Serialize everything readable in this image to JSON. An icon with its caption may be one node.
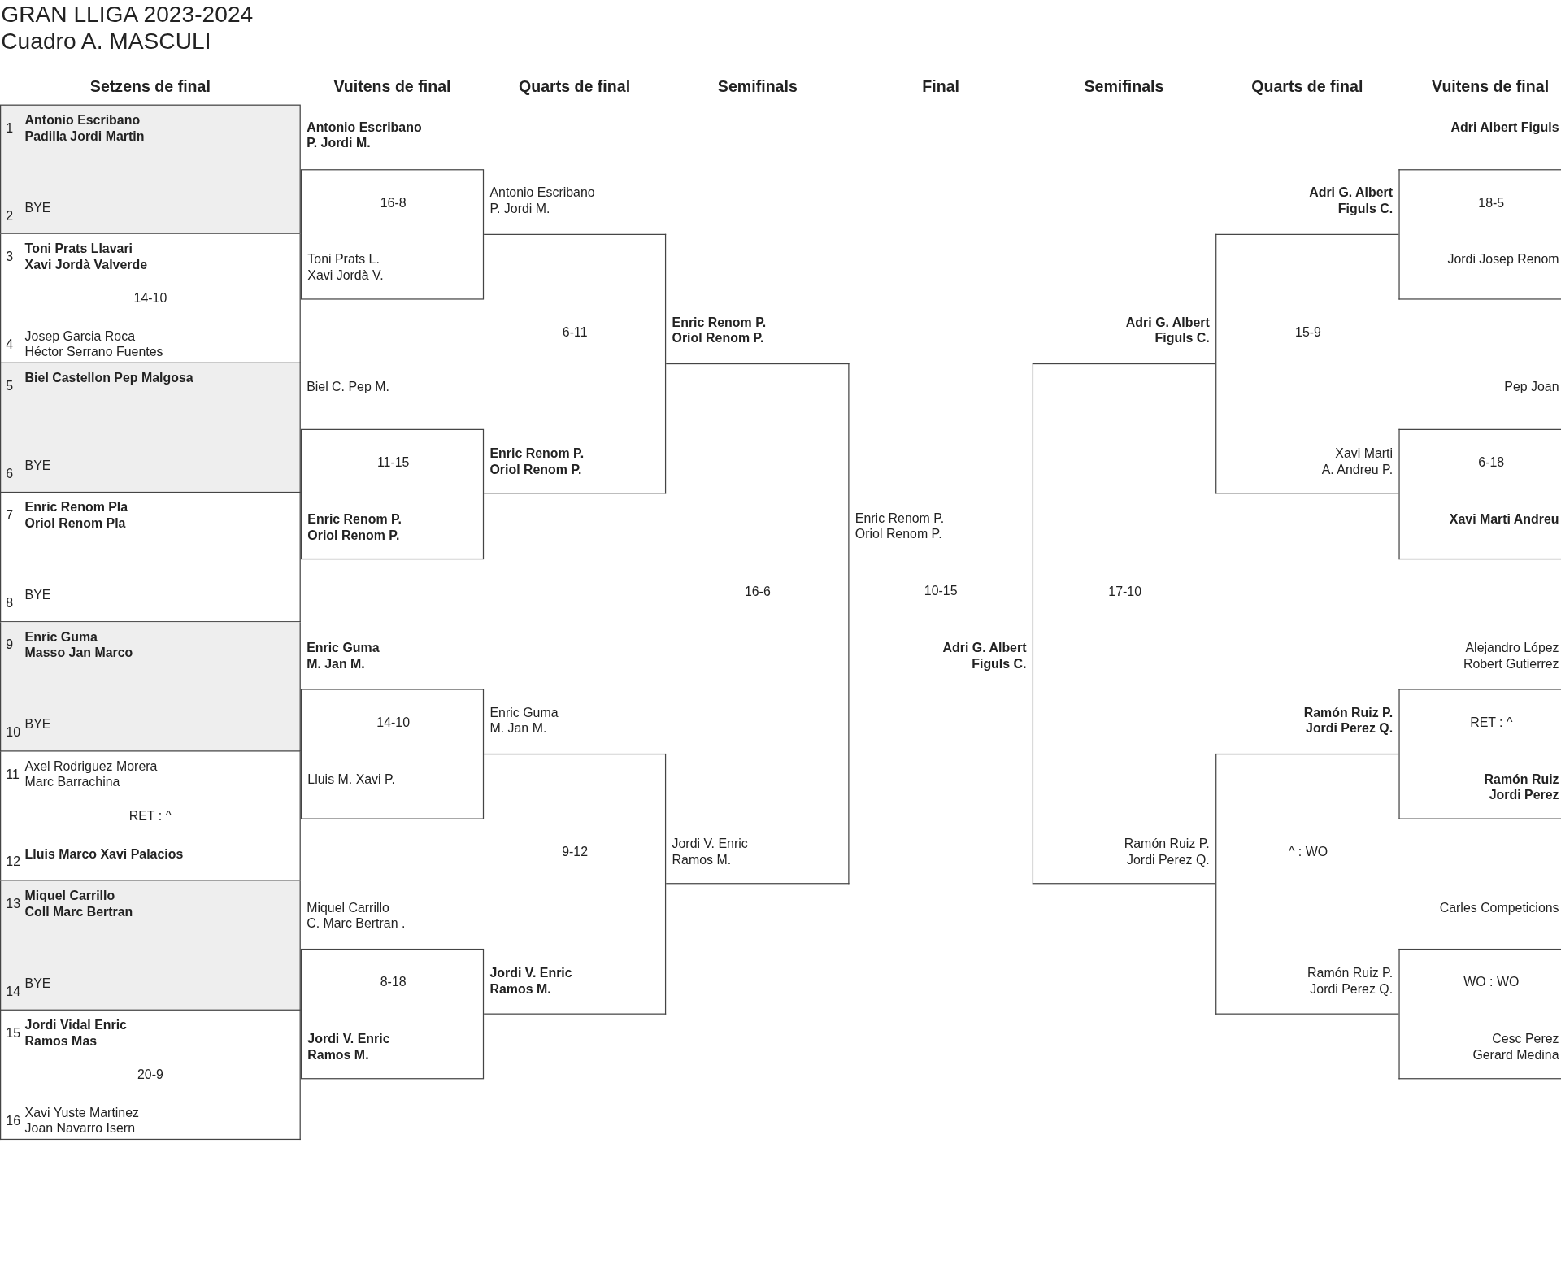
{
  "diagram": {
    "title": "GRAN LLIGA 2023-2024",
    "nodes": [
      {
        "text": [
          "1",
          "Antonio Escribano Padilla Jordi Martin",
          "2",
          "BYE"
        ]
      },
      {
        "text": [
          "3",
          "Toni Prats Llavari Xavi Jordà Valverde",
          "14-10",
          "4",
          "Josep Garcia Roca Héctor Serrano Fuentes"
        ]
      },
      {
        "text": [
          "5",
          "Biel Castellon Pep Malgosa",
          "6",
          "BYE"
        ]
      },
      {
        "text": [
          "7",
          "Enric Renom Pla Oriol Renom Pla",
          "8",
          "BYE"
        ]
      },
      {
        "text": [
          "9",
          "Enric Guma Masso Jan Marco",
          "10",
          "BYE"
        ]
      },
      {
        "text": [
          "11",
          "Axel Rodriguez Morera Marc Barrachina",
          "RET : ^",
          "12",
          "Lluis Marco Xavi Palacios"
        ]
      },
      {
        "text": [
          "13",
          "Miquel Carrillo Coll Marc Bertran",
          "14",
          "BYE"
        ]
      },
      {
        "text": [
          "15",
          "Jordi Vidal Enric Ramos Mas",
          "20-9",
          "16",
          "Xavi Yuste Martinez Joan Navarro Isern"
        ]
      },
      {
        "text": [
          "16-8",
          "Toni Prats L. Xavi Jordà V."
        ]
      },
      {
        "text": [
          "11-15",
          "Enric Renom P. Oriol Renom P."
        ]
      },
      {
        "text": [
          "14-10",
          "Lluis M. Xavi P."
        ]
      },
      {
        "text": [
          "8-18",
          "Jordi V. Enric Ramos M."
        ]
      },
      {
        "text": [
          "6-11",
          "Enric Renom P. Oriol Renom P."
        ]
      },
      {
        "text": [
          "9-12",
          "Jordi V. Enric Ramos M."
        ]
      },
      {
        "text": [
          "16-6",
          "Jordi V. Enric Ramos M."
        ]
      },
      {
        "text": [
          "17-10",
          "Ramón Ruiz P. Jordi Perez Q."
        ]
      },
      {
        "text": [
          "15-9",
          "Xavi Marti A. Andreu P."
        ]
      },
      {
        "text": [
          "^ : WO",
          "Ramón Ruiz P. Jordi Perez Q."
        ]
      },
      {
        "text": [
          "18-5",
          "Jordi Josep Renom"
        ]
      },
      {
        "text": [
          "6-18",
          "Xavi Marti Andreu"
        ]
      },
      {
        "text": [
          "RET : ^",
          "Ramón Ruiz Jordi Perez"
        ]
      },
      {
        "text": [
          "WO : WO",
          "Cesc Perez Gerard Medina"
        ]
      }
    ],
    "labels": [
      "Cuadro A. MASCULI",
      "Setzens de final",
      "Vuitens de final",
      "Quarts de final",
      "Semifinals",
      "Final",
      "Semifinals",
      "Quarts de final",
      "Vuitens de final",
      "Antonio Escribano P. Jordi M.",
      "Adri Albert Figuls",
      "Antonio Escribano P. Jordi M.",
      "Adri G. Albert Figuls C.",
      "Enric Renom P. Oriol Renom P.",
      "Adri G. Albert Figuls C.",
      "Biel C. Pep M.",
      "Pep Joan",
      "Enric Renom P. Oriol Renom P.",
      "10-15",
      "Enric Guma M. Jan M.",
      "Adri G. Albert Figuls C.",
      "Alejandro López Robert Gutierrez",
      "Enric Guma M. Jan M.",
      "Ramón Ruiz P. Jordi Perez Q.",
      "Miquel Carrillo C. Marc Bertran .",
      "Carles Competicions"
    ]
  }
}
